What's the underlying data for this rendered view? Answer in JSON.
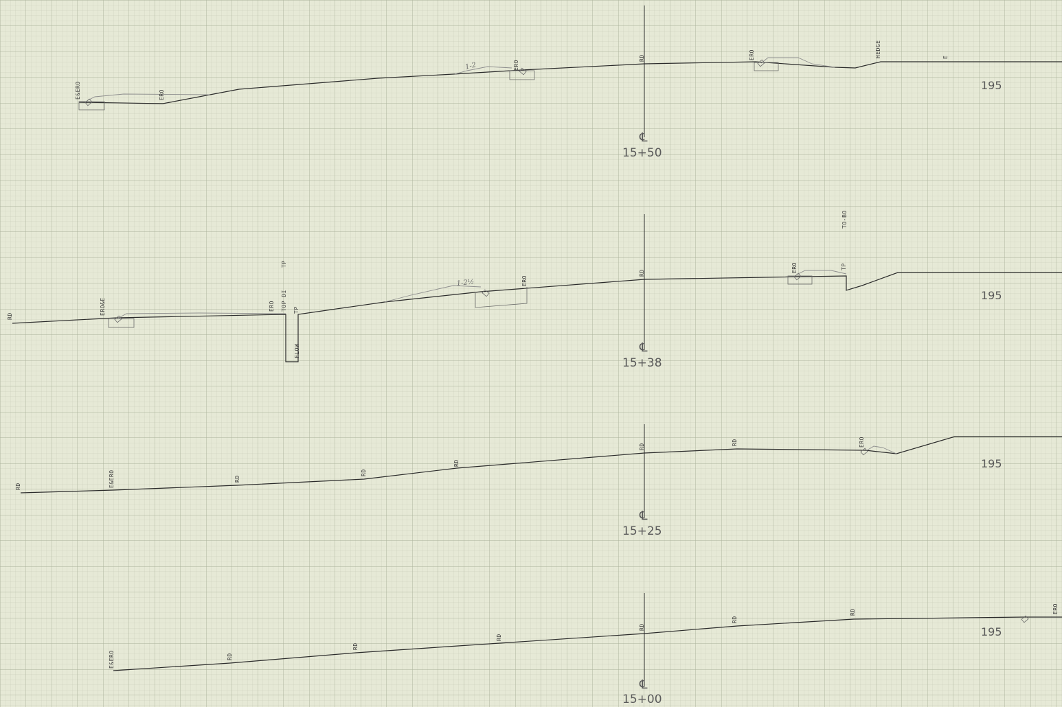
{
  "sheet": {
    "colors": {
      "paper": "#e6e9d6",
      "grid_minor": "#c3c9b3",
      "grid_major": "#a9b19a",
      "ink": "#2b2b2b",
      "pencil": "#8e8e8e"
    }
  },
  "sections": [
    {
      "id": "s1550",
      "station": "15+50",
      "cl_symbol": "℄",
      "elevation": "195",
      "slope_note": "1-2",
      "labels": [
        "E&ERO",
        "ERO",
        "ERO",
        "RD",
        "ERO",
        "HEDGE",
        "E"
      ]
    },
    {
      "id": "s1538",
      "station": "15+38",
      "cl_symbol": "℄",
      "elevation": "195",
      "slope_note": "1-2½",
      "labels": [
        "RD",
        "ERO&E",
        "ERO",
        "TOP DI",
        "TP",
        "TP",
        "FLOW",
        "ERO",
        "RD",
        "ERO",
        "TP",
        "TO-BO"
      ]
    },
    {
      "id": "s1525",
      "station": "15+25",
      "cl_symbol": "℄",
      "elevation": "195",
      "labels": [
        "RD",
        "E&ERO",
        "RD",
        "RD",
        "RD",
        "RD",
        "RD",
        "ERO"
      ]
    },
    {
      "id": "s1500",
      "station": "15+00",
      "cl_symbol": "℄",
      "elevation": "195",
      "labels": [
        "E&ERO",
        "RD",
        "RD",
        "RD",
        "RD",
        "RD",
        "RD",
        "ERO"
      ]
    }
  ]
}
